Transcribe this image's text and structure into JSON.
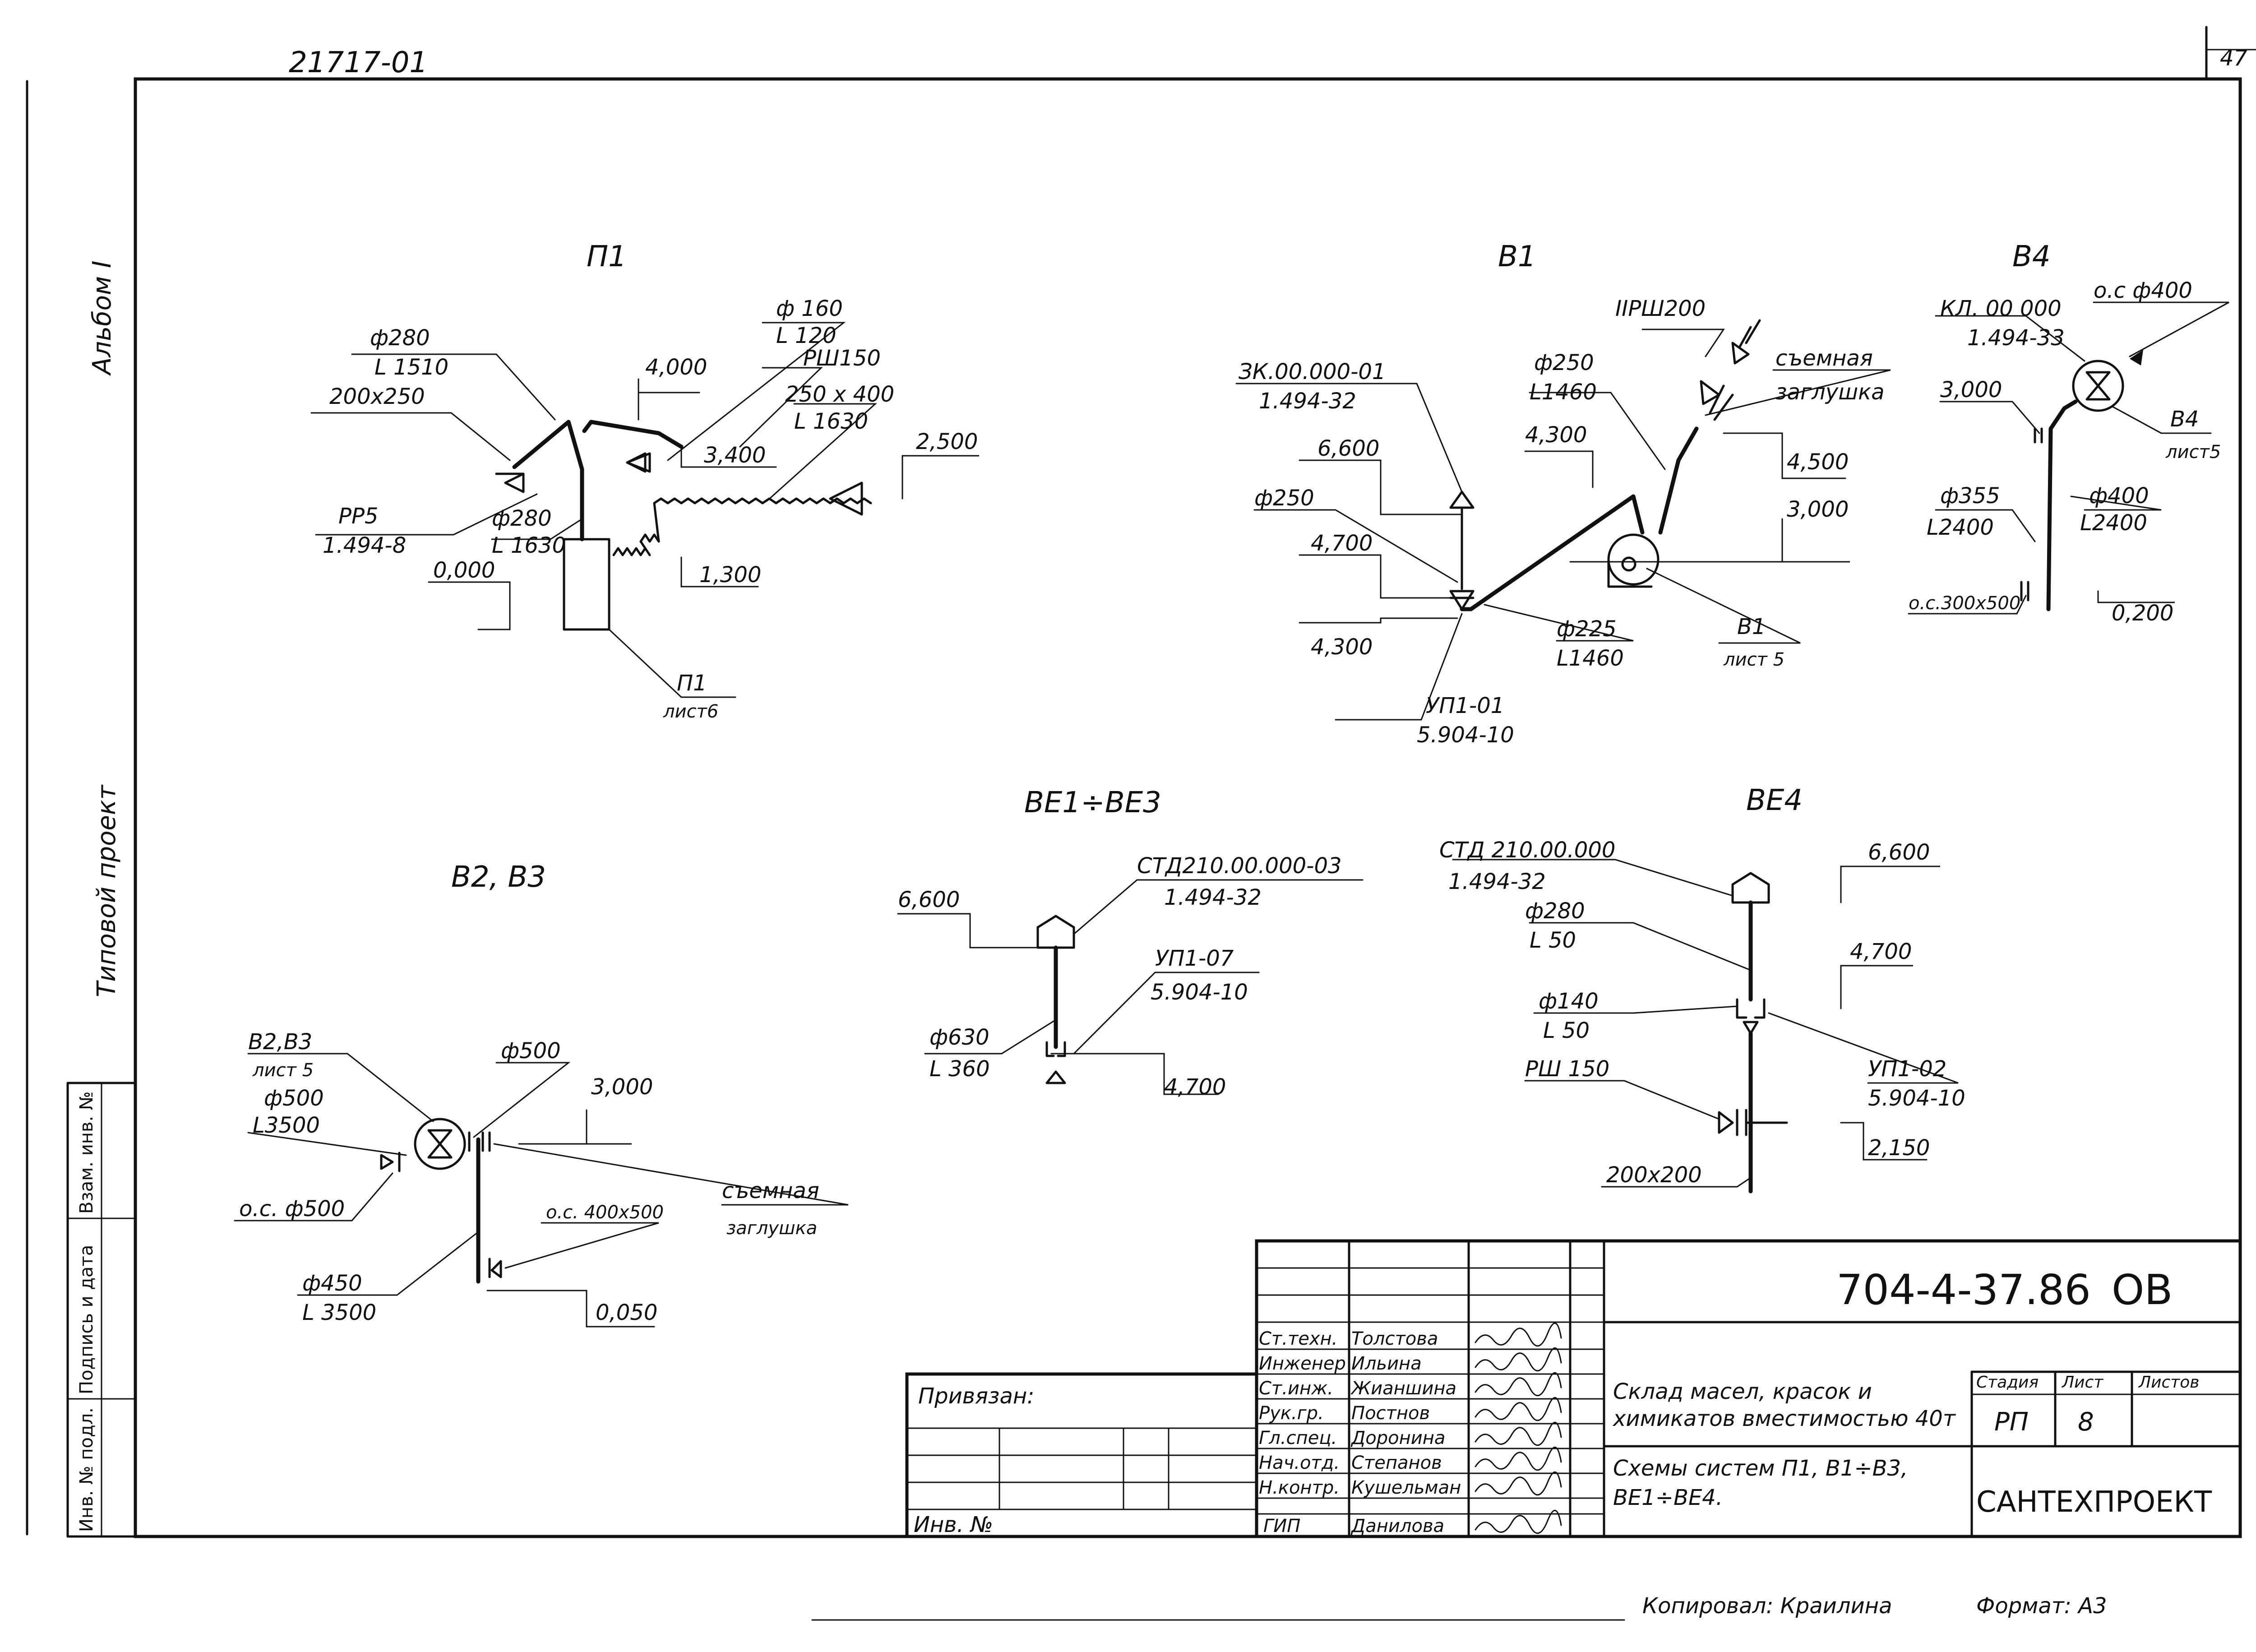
{
  "sheet": {
    "corner_number": "47",
    "doc_code": "21717-01",
    "album": "Альбом I",
    "project_type": "Типовой проект"
  },
  "side_stamp": {
    "inv_orig": "Инв. № подл.",
    "sign_date": "Подпись и дата",
    "inv_replace": "Взам. инв. №"
  },
  "schemes": {
    "p1": {
      "title": "П1",
      "d280_l1510": {
        "d": "ф280",
        "l": "L 1510"
      },
      "size_200x250": "200х250",
      "d160_l120": {
        "d": "ф 160",
        "l": "L 120"
      },
      "rsh150": "РШ150",
      "size_250x400": {
        "s": "250 х 400",
        "l": "L 1630"
      },
      "lvl_4000": "4,000",
      "lvl_3400": "3,400",
      "lvl_2500": "2,500",
      "lvl_1300": "1,300",
      "lvl_0000": "0,000",
      "rr5": {
        "n": "РР5",
        "doc": "1.494-8"
      },
      "d280_l1630": {
        "d": "ф280",
        "l": "L 1630"
      },
      "ref": {
        "n": "П1",
        "sheet": "лист6"
      }
    },
    "v1": {
      "title": "В1",
      "zk": {
        "n": "ЗК.00.000-01",
        "doc": "1.494-32"
      },
      "rsh200": "IIРШ200",
      "d250_l1460": {
        "d": "ф250",
        "l": "L1460"
      },
      "plug": {
        "a": "съемная",
        "b": "заглушка"
      },
      "d250": "ф250",
      "lvl_6600": "6,600",
      "lvl_4700": "4,700",
      "lvl_4300a": "4,300",
      "lvl_4300b": "4,300",
      "lvl_4500": "4,500",
      "lvl_3000": "3,000",
      "d225_l1460": {
        "d": "ф225",
        "l": "L1460"
      },
      "up1_01": {
        "n": "УП1-01",
        "doc": "5.904-10"
      },
      "ref": {
        "n": "В1",
        "sheet": "лист 5"
      }
    },
    "v4": {
      "title": "В4",
      "os400": "о.с ф400",
      "kl": {
        "n": "КЛ. 00 000",
        "doc": "1.494-33"
      },
      "lvl_3000": "3,000",
      "ref": {
        "n": "В4",
        "sheet": "лист5"
      },
      "d355_l2400": {
        "d": "ф355",
        "l": "L2400"
      },
      "d400_l2400": {
        "d": "ф400",
        "l": "L2400"
      },
      "os300x500": "о.с.300х500",
      "lvl_0200": "0,200"
    },
    "ve1_3": {
      "title": "ВЕ1÷ВЕ3",
      "std": {
        "n": "СТД210.00.000-03",
        "doc": "1.494-32"
      },
      "lvl_6600": "6,600",
      "up1_07": {
        "n": "УП1-07",
        "doc": "5.904-10"
      },
      "d630_l360": {
        "d": "ф630",
        "l": "L 360"
      },
      "lvl_4700": "4,700"
    },
    "ve4": {
      "title": "ВЕ4",
      "std": {
        "n": "СТД 210.00.000",
        "doc": "1.494-32"
      },
      "lvl_6600": "6,600",
      "d280_l50": {
        "d": "ф280",
        "l": "L 50"
      },
      "lvl_4700": "4,700",
      "d140_l50": {
        "d": "ф140",
        "l": "L 50"
      },
      "up1_02": {
        "n": "УП1-02",
        "doc": "5.904-10"
      },
      "rsh150": "РШ 150",
      "lvl_2150": "2,150",
      "size_200x200": "200х200"
    },
    "v2v3": {
      "title": "В2, В3",
      "ref": {
        "n": "В2,В3",
        "sheet": "лист 5"
      },
      "d500_l3500": {
        "d": "ф500",
        "l": "L3500"
      },
      "d500": "ф500",
      "lvl_3000": "3,000",
      "os500": "о.с. ф500",
      "plug": {
        "a": "съемная",
        "b": "заглушка"
      },
      "os400x500": "о.с. 400х500",
      "d450_l3500": {
        "d": "ф450",
        "l": "L 3500"
      },
      "lvl_0050": "0,050"
    }
  },
  "title_block": {
    "project_number": "704-4-37.86",
    "mark": "ОВ",
    "bound_label": "Привязан:",
    "inv_label": "Инв. №",
    "roles": [
      {
        "role": "Ст.техн.",
        "name": "Толстова"
      },
      {
        "role": "Инженер",
        "name": "Ильина"
      },
      {
        "role": "Ст.инж.",
        "name": "Жианшина"
      },
      {
        "role": "Рук.гр.",
        "name": "Постнов"
      },
      {
        "role": "Гл.спец.",
        "name": "Доронина"
      },
      {
        "role": "Нач.отд.",
        "name": "Степанов"
      },
      {
        "role": "Н.контр.",
        "name": "Кушельман"
      },
      {
        "role": "ГИП",
        "name": "Данилова"
      }
    ],
    "object_name": {
      "line1": "Склад масел, красок и",
      "line2": "химикатов вместимостью 40т"
    },
    "sheet_title": {
      "line1": "Схемы систем П1, В1÷В3,",
      "line2": "ВЕ1÷ВЕ4."
    },
    "stage_header": "Стадия",
    "sheet_header": "Лист",
    "sheets_header": "Листов",
    "stage": "РП",
    "sheet": "8",
    "org": "САНТЕХПРОЕКТ"
  },
  "footer": {
    "copied": "Копировал: Краилина",
    "format": "Формат: А3"
  }
}
